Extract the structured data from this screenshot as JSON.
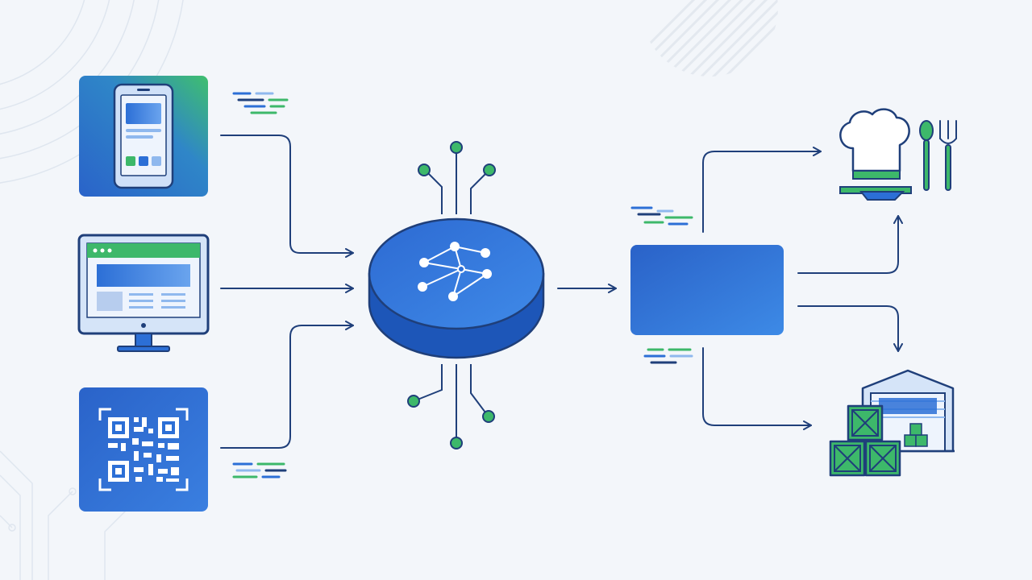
{
  "diagram": {
    "colors": {
      "background": "#f3f6fa",
      "primary_blue": "#2c6fd6",
      "dark_blue": "#1d4fa8",
      "outline": "#1f3f7a",
      "green": "#3db86a",
      "light_blue": "#8fb8ee",
      "connector": "#1f3f7a"
    },
    "sources": [
      {
        "id": "mobile-app",
        "icon": "smartphone-icon"
      },
      {
        "id": "website",
        "icon": "desktop-monitor-icon"
      },
      {
        "id": "qr-code",
        "icon": "qr-code-icon"
      }
    ],
    "hub": {
      "id": "central-hub",
      "icon": "network-graph-icon"
    },
    "router": {
      "id": "order-router"
    },
    "destinations": [
      {
        "id": "kitchen",
        "icon": "chef-hat-utensils-icon"
      },
      {
        "id": "warehouse",
        "icon": "warehouse-boxes-icon"
      }
    ]
  }
}
